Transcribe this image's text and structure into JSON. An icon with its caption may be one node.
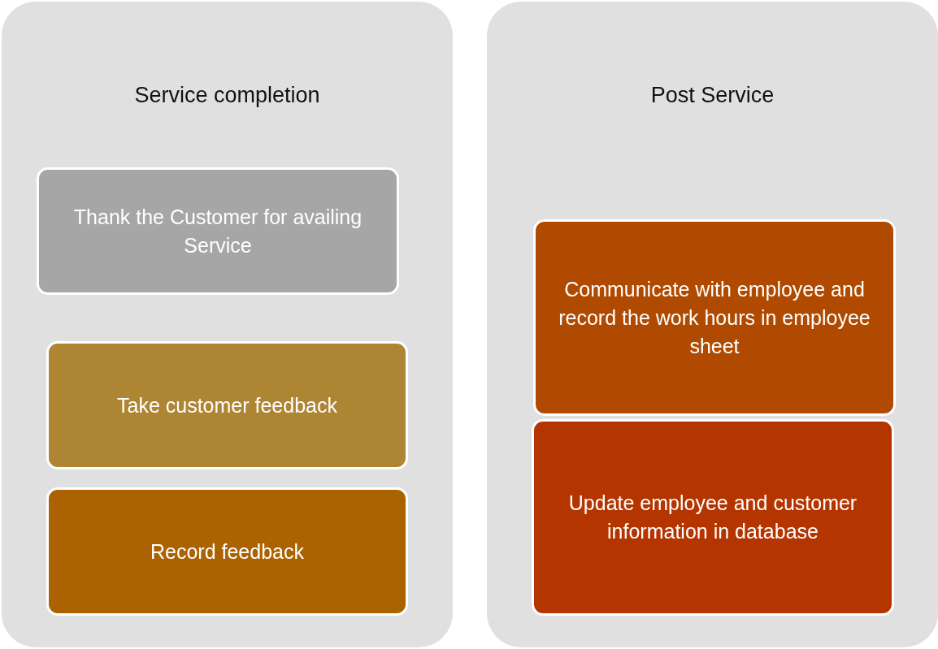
{
  "diagram": {
    "nodes": [
      {
        "text": [
          "Service completion"
        ]
      },
      {
        "text": [
          "Thank the Customer for availing Service"
        ],
        "in": 0
      },
      {
        "text": [
          "Take customer feedback"
        ],
        "in": 0
      },
      {
        "text": [
          "Record feedback"
        ],
        "in": 0
      },
      {
        "text": [
          "Post Service"
        ]
      },
      {
        "text": [
          "Communicate with employee and record the work hours in employee sheet"
        ],
        "in": 4
      },
      {
        "text": [
          "Update employee and customer information in database"
        ],
        "in": 4
      }
    ]
  }
}
